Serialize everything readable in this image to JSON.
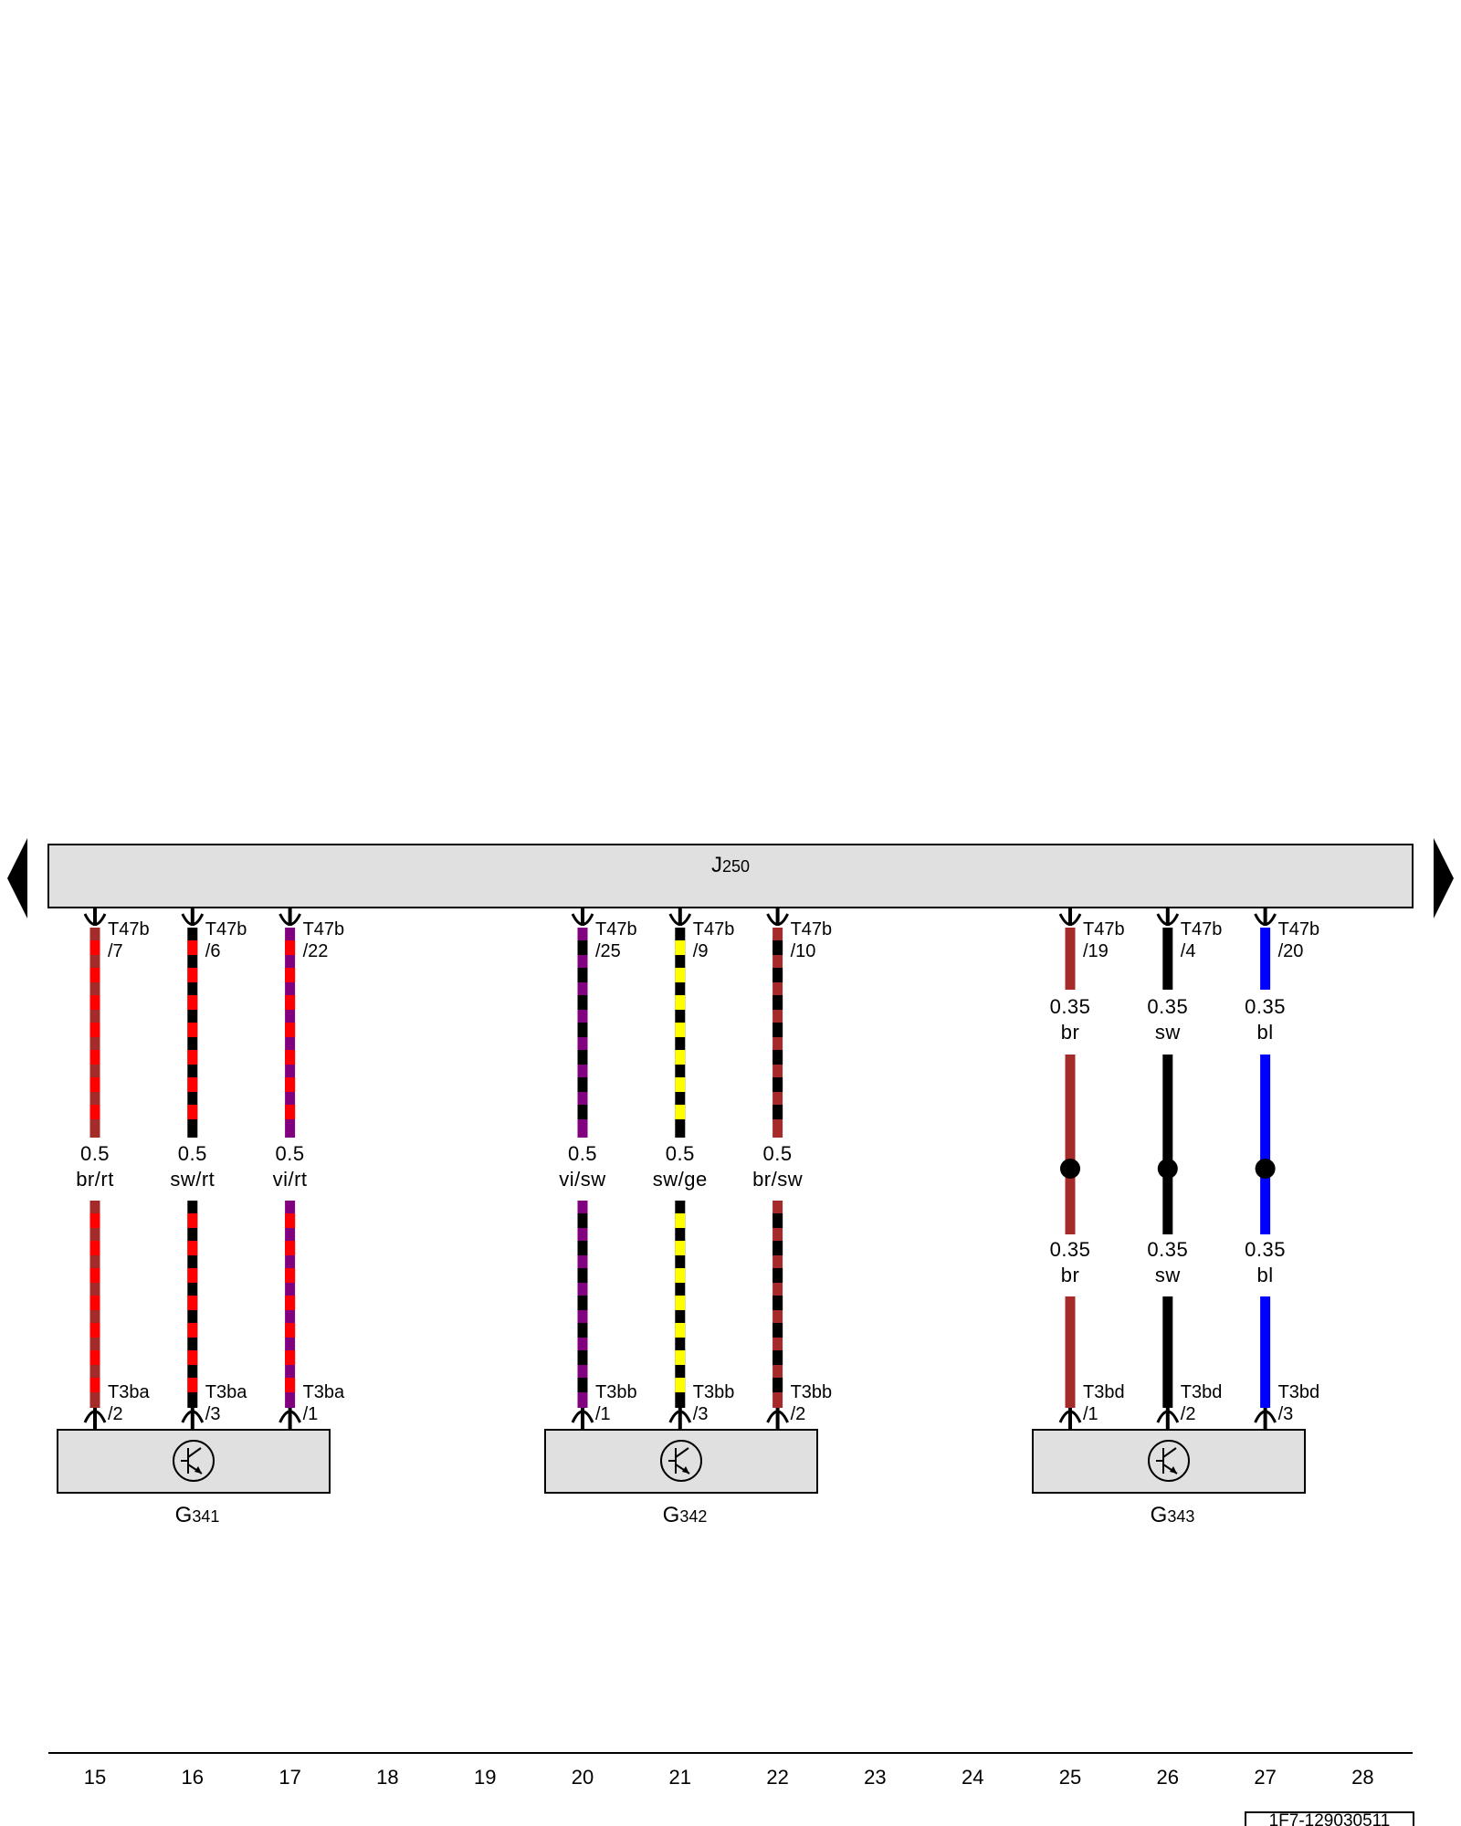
{
  "colors": {
    "br": "#a52a2a",
    "rt": "#ff0000",
    "sw": "#000000",
    "vi": "#800080",
    "ge": "#ffff00",
    "bl": "#0000ff",
    "module_fill": "#e0e0e0"
  },
  "control_unit": {
    "label_main": "J",
    "label_sub": "250"
  },
  "nav": {
    "left": "arrow-left-icon",
    "right": "arrow-right-icon"
  },
  "components": [
    {
      "main": "G",
      "sub": "341",
      "symbol": "sensor-symbol-icon"
    },
    {
      "main": "G",
      "sub": "342",
      "symbol": "sensor-symbol-icon"
    },
    {
      "main": "G",
      "sub": "343",
      "symbol": "sensor-symbol-icon"
    }
  ],
  "wires": [
    {
      "col": "15",
      "top_conn": "T47b",
      "top_pin": "/7",
      "size": "0.5",
      "color": "br/rt",
      "base": "br",
      "stripe": "rt",
      "bot_conn": "T3ba",
      "bot_pin": "/2",
      "splice": false
    },
    {
      "col": "16",
      "top_conn": "T47b",
      "top_pin": "/6",
      "size": "0.5",
      "color": "sw/rt",
      "base": "sw",
      "stripe": "rt",
      "bot_conn": "T3ba",
      "bot_pin": "/3",
      "splice": false
    },
    {
      "col": "17",
      "top_conn": "T47b",
      "top_pin": "/22",
      "size": "0.5",
      "color": "vi/rt",
      "base": "vi",
      "stripe": "rt",
      "bot_conn": "T3ba",
      "bot_pin": "/1",
      "splice": false
    },
    {
      "col": "20",
      "top_conn": "T47b",
      "top_pin": "/25",
      "size": "0.5",
      "color": "vi/sw",
      "base": "vi",
      "stripe": "sw",
      "bot_conn": "T3bb",
      "bot_pin": "/1",
      "splice": false
    },
    {
      "col": "21",
      "top_conn": "T47b",
      "top_pin": "/9",
      "size": "0.5",
      "color": "sw/ge",
      "base": "sw",
      "stripe": "ge",
      "bot_conn": "T3bb",
      "bot_pin": "/3",
      "splice": false
    },
    {
      "col": "22",
      "top_conn": "T47b",
      "top_pin": "/10",
      "size": "0.5",
      "color": "br/sw",
      "base": "br",
      "stripe": "sw",
      "bot_conn": "T3bb",
      "bot_pin": "/2",
      "splice": false
    },
    {
      "col": "25",
      "top_conn": "T47b",
      "top_pin": "/19",
      "size": "0.35",
      "color": "br",
      "base": "br",
      "stripe": "",
      "bot_conn": "T3bd",
      "bot_pin": "/1",
      "splice": true,
      "size2": "0.35",
      "color2": "br"
    },
    {
      "col": "26",
      "top_conn": "T47b",
      "top_pin": "/4",
      "size": "0.35",
      "color": "sw",
      "base": "sw",
      "stripe": "",
      "bot_conn": "T3bd",
      "bot_pin": "/2",
      "splice": true,
      "size2": "0.35",
      "color2": "sw"
    },
    {
      "col": "27",
      "top_conn": "T47b",
      "top_pin": "/20",
      "size": "0.35",
      "color": "bl",
      "base": "bl",
      "stripe": "",
      "bot_conn": "T3bd",
      "bot_pin": "/3",
      "splice": true,
      "size2": "0.35",
      "color2": "bl"
    }
  ],
  "columns": [
    "15",
    "16",
    "17",
    "18",
    "19",
    "20",
    "21",
    "22",
    "23",
    "24",
    "25",
    "26",
    "27",
    "28"
  ],
  "reference": "1F7-129030511"
}
